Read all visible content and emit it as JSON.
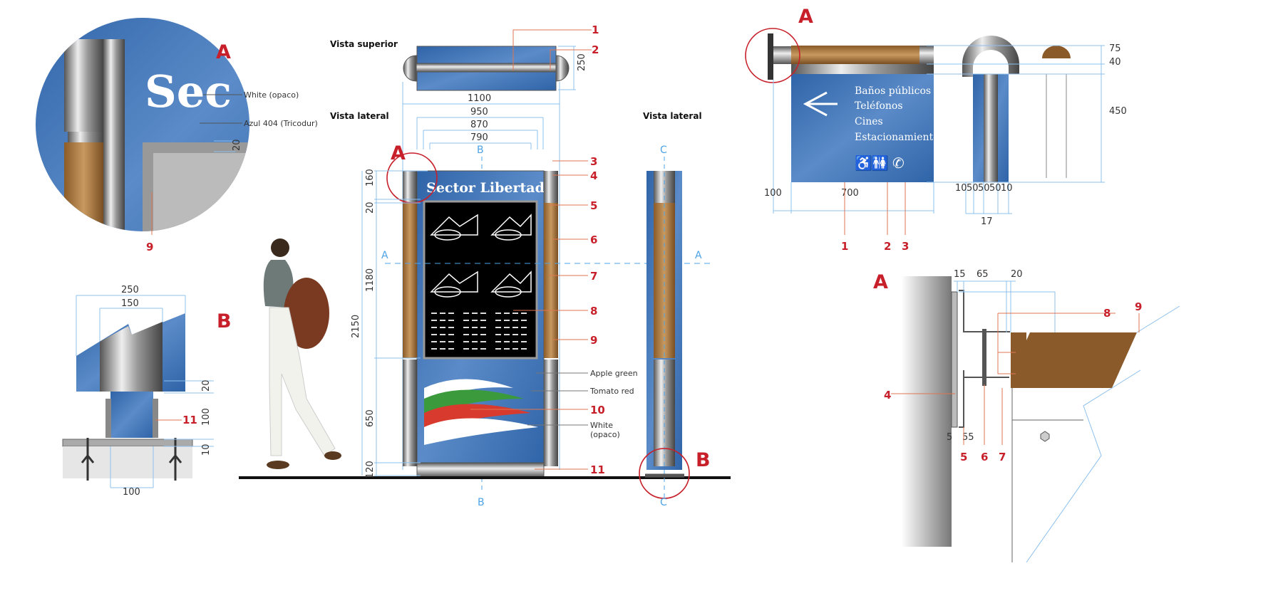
{
  "views": {
    "top": "Vista superior",
    "side_1": "Vista lateral",
    "side_2": "Vista lateral"
  },
  "detail_a_top": {
    "letter": "A",
    "sample_text": "Sec",
    "white_label": "White (opaco)",
    "blue_label": "Azul 404 (Tricodur)",
    "dim_20": "20",
    "ref_9": "9"
  },
  "detail_b": {
    "letter": "B",
    "dim_250": "250",
    "dim_150": "150",
    "dim_20": "20",
    "dim_100v": "100",
    "dim_10": "10",
    "dim_100h": "100",
    "ref_11": "11"
  },
  "totem": {
    "title": "Sector Libertad",
    "detail_a": "A",
    "detail_b": "B",
    "top_dims": {
      "d1100": "1100",
      "d950": "950",
      "d870": "870",
      "d790": "790",
      "d250": "250"
    },
    "height_dims": {
      "d160": "160",
      "d20": "20",
      "d1180": "1180",
      "d2150": "2150",
      "d650": "650",
      "d120": "120"
    },
    "section_marks": {
      "a": "A",
      "b": "B",
      "c": "C"
    },
    "refs": [
      "1",
      "2",
      "3",
      "4",
      "5",
      "6",
      "7",
      "8",
      "9",
      "10",
      "11"
    ],
    "color_labels": {
      "green": "Apple green",
      "red": "Tomato red",
      "white_1": "White",
      "white_2": "(opaco)"
    }
  },
  "hanging_sign": {
    "detail_a": "A",
    "lines": [
      "Baños públicos",
      "Teléfonos",
      "Cines",
      "Estacionamiento"
    ],
    "icons": [
      "wheelchair-icon",
      "restroom-icon",
      "telephone-icon"
    ],
    "dims": {
      "d75": "75",
      "d40": "40",
      "d450": "450",
      "d100": "100",
      "d700": "700",
      "side": [
        "10",
        "50",
        "50",
        "50",
        "10"
      ],
      "d17": "17"
    },
    "refs": [
      "1",
      "2",
      "3"
    ]
  },
  "detail_a_bracket": {
    "letter": "A",
    "dims": {
      "d15": "15",
      "d65": "65",
      "d20": "20",
      "d5": "5",
      "d55": "55"
    },
    "refs": {
      "r4": "4",
      "r5": "5",
      "r6": "6",
      "r7": "7",
      "r8": "8",
      "r9": "9"
    }
  },
  "colors": {
    "blue": "#3a6fb0",
    "wood": "#9a6a35",
    "red": "#c8202a",
    "dim": "#8cc0ee",
    "leader": "#e07550"
  }
}
